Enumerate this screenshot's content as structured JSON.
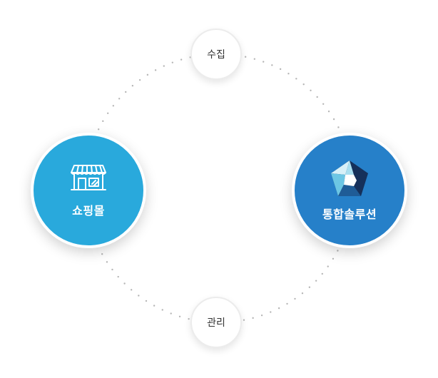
{
  "nodes": {
    "collect": {
      "label": "수집"
    },
    "manage": {
      "label": "관리"
    },
    "shop": {
      "label": "쇼핑몰",
      "icon": "storefront-icon",
      "color": "#29a9dc"
    },
    "solution": {
      "label": "통합솔루션",
      "icon": "pentagon-logo-icon",
      "color": "#2680c9"
    }
  },
  "colors": {
    "dots": "#b5b5b5",
    "small_border": "#ececec"
  }
}
